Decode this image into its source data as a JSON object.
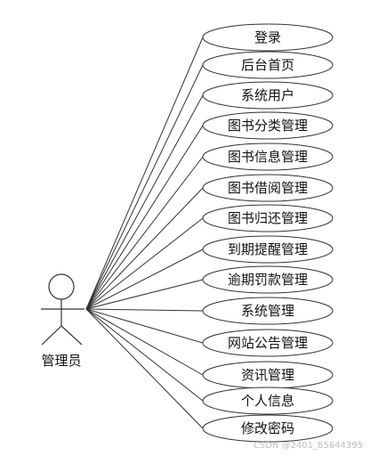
{
  "actor": {
    "label": "管理员"
  },
  "use_cases": [
    {
      "label": "登录"
    },
    {
      "label": "后台首页"
    },
    {
      "label": "系统用户"
    },
    {
      "label": "图书分类管理"
    },
    {
      "label": "图书信息管理"
    },
    {
      "label": "图书借阅管理"
    },
    {
      "label": "图书归还管理"
    },
    {
      "label": "到期提醒管理"
    },
    {
      "label": "逾期罚款管理"
    },
    {
      "label": "系统管理"
    },
    {
      "label": "网站公告管理"
    },
    {
      "label": "资讯管理"
    },
    {
      "label": "个人信息"
    },
    {
      "label": "修改密码"
    }
  ],
  "watermark": "CSDN @2401_85644395",
  "colors": {
    "stroke": "#333333",
    "background": "#ffffff",
    "watermark": "#bdbdbd"
  }
}
